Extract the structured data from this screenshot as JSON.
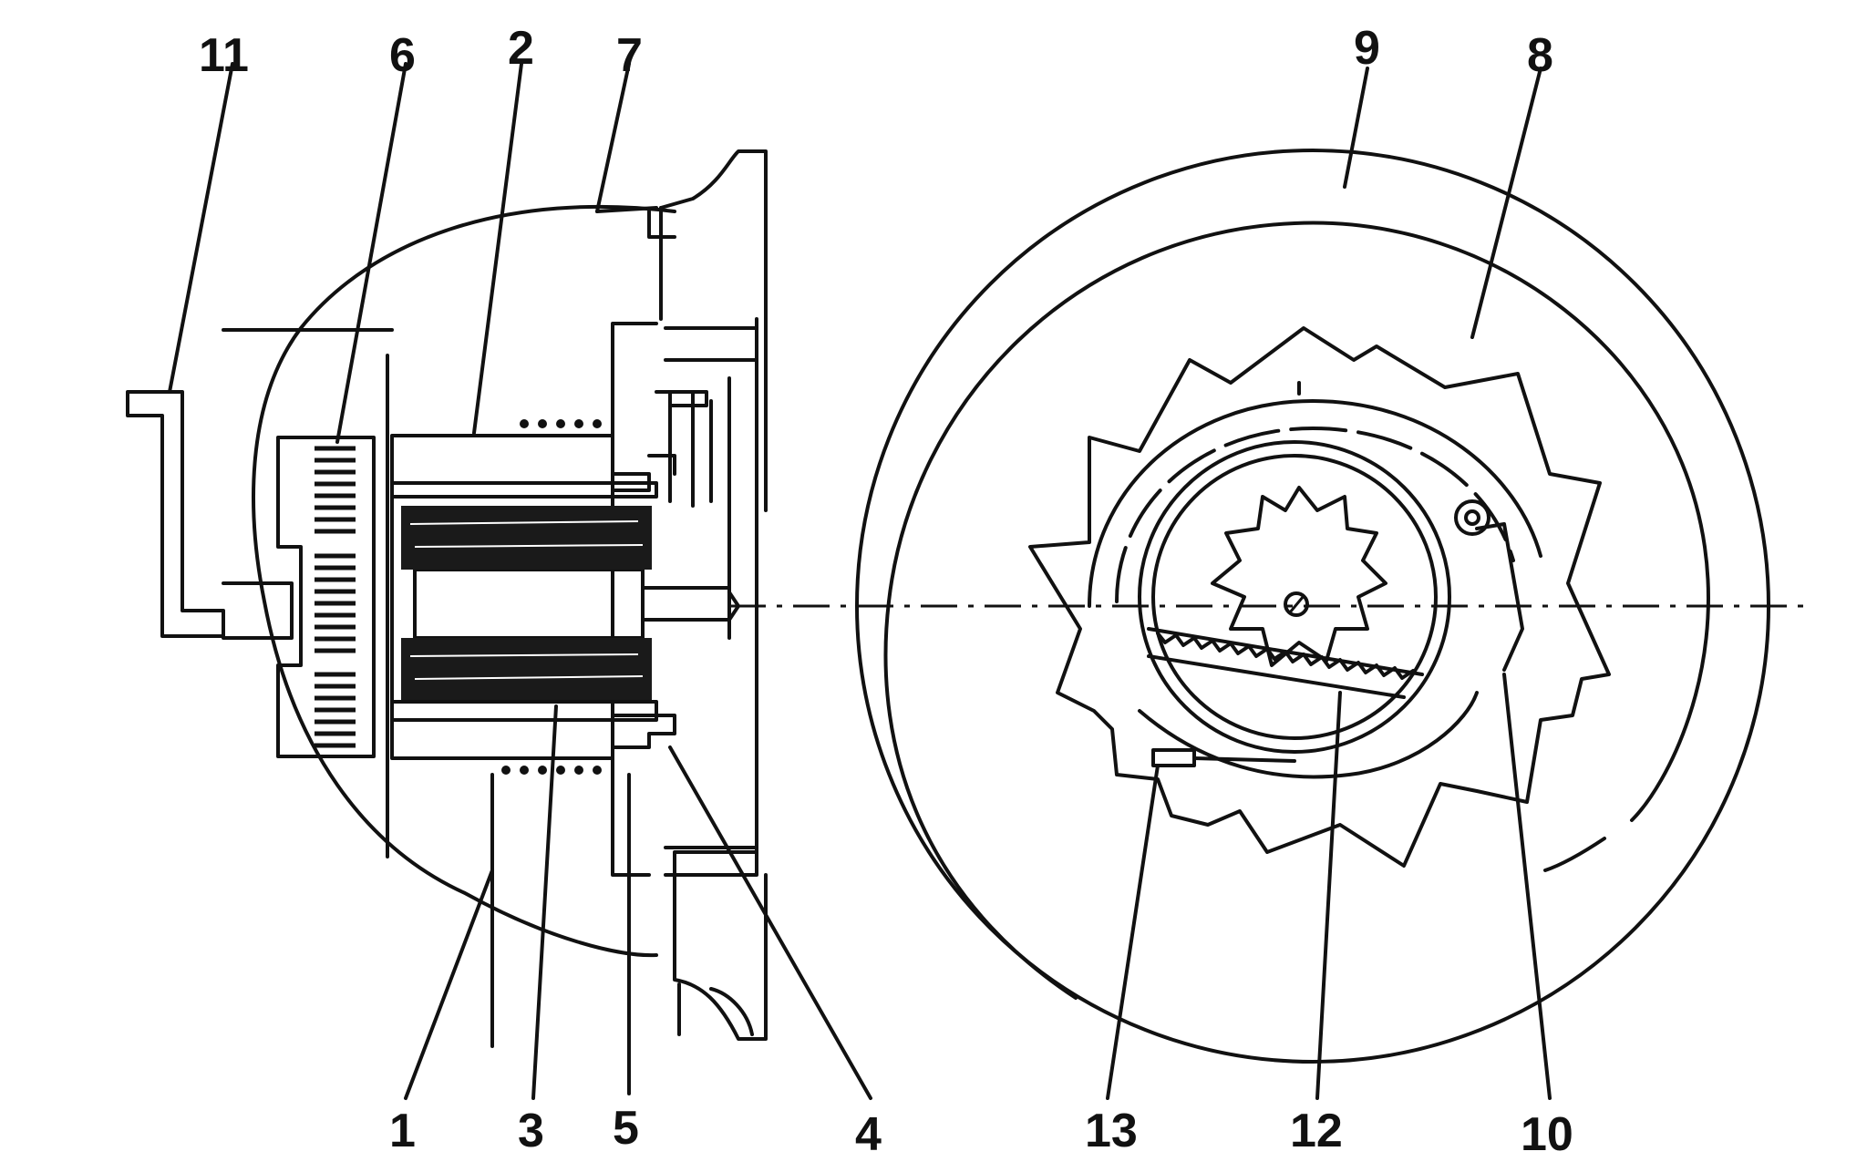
{
  "colors": {
    "ink": "#111111",
    "paper": "#ffffff"
  },
  "labels": {
    "l11": "11",
    "l6": "6",
    "l2": "2",
    "l7": "7",
    "l9": "9",
    "l8": "8",
    "l1": "1",
    "l3": "3",
    "l5": "5",
    "l4": "4",
    "l13": "13",
    "l12": "12",
    "l10": "10"
  }
}
